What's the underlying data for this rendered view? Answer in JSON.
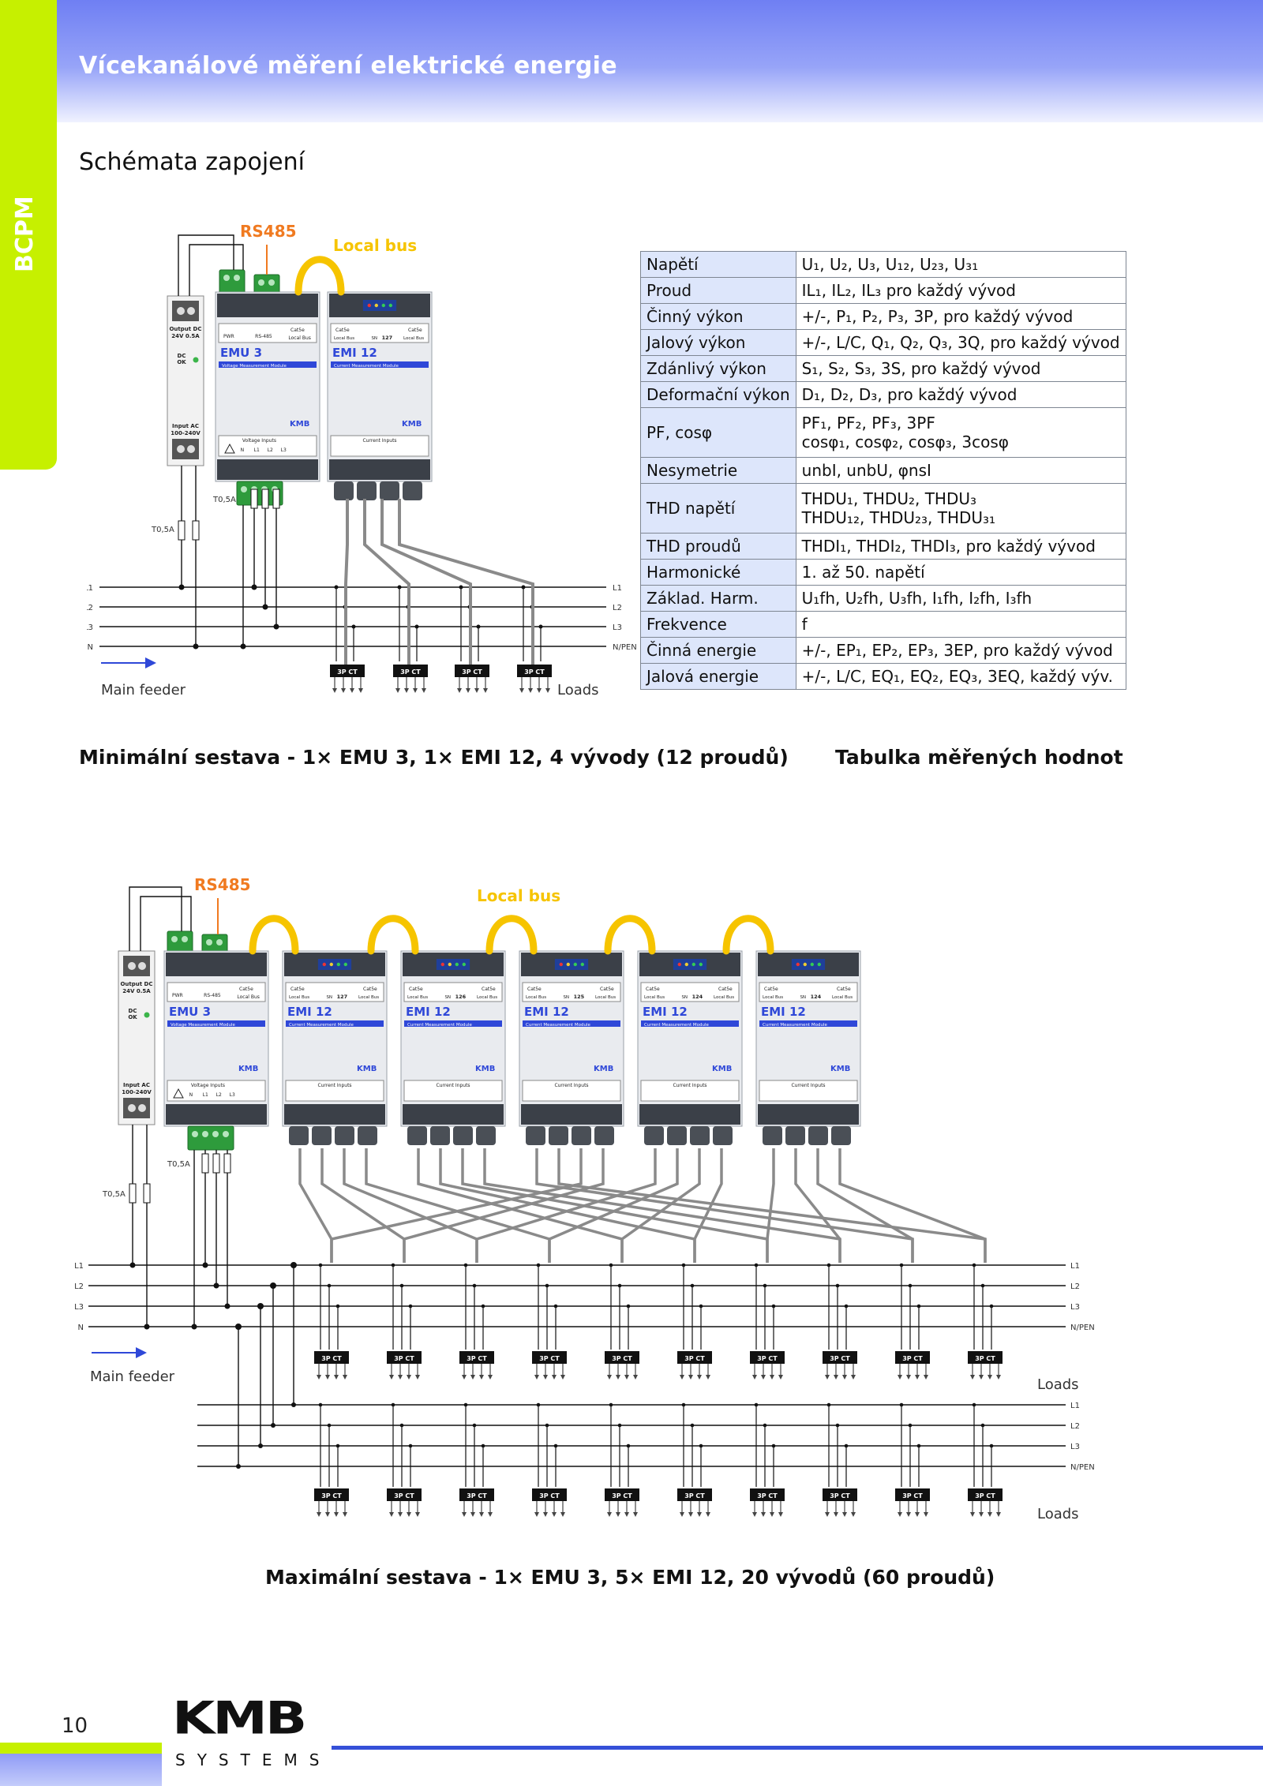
{
  "header": {
    "title": "Vícekanálové měření elektrické energie",
    "side_label": "BCPM"
  },
  "section_title": "Schémata zapojení",
  "diagram_labels": {
    "rs485": "RS485",
    "local_bus": "Local bus",
    "main_feeder": "Main feeder",
    "loads": "Loads",
    "ct": "3P CT",
    "fuse": "T0,5A",
    "phases": [
      "L1",
      "L2",
      "L3",
      "N"
    ],
    "phase_right_last": "N/PEN",
    "psu_output": [
      "Output DC",
      "24V 0.5A"
    ],
    "psu_dc_ok": [
      "DC",
      "OK"
    ],
    "psu_input": [
      "Input AC",
      "100-240V"
    ],
    "emu_name": "EMU 3",
    "emu_subtitle": "Voltage Measurement Module",
    "emu_inputs": "Voltage Inputs",
    "emu_terminals": [
      "N",
      "L1",
      "L2",
      "L3"
    ],
    "emu_top_labels": [
      "PWR",
      "RS-485",
      "Local Bus"
    ],
    "emi_name": "EMI 12",
    "emi_subtitle": "Current Measurement Module",
    "emi_inputs": "Current Inputs",
    "emi_top_labels": [
      "Local Bus",
      "SN",
      "Local Bus"
    ],
    "cat5e": "Cat5e",
    "kmb": "KMB"
  },
  "min_diagram": {
    "emi_serials": [
      "127"
    ],
    "ct_count": 4
  },
  "max_diagram": {
    "emi_serials": [
      "127",
      "126",
      "125",
      "124",
      "124"
    ],
    "ct_count_per_row": 10
  },
  "caption_min": "Minimální sestava - 1× EMU 3, 1× EMI 12, 4 vývody (12 proudů)",
  "caption_table": "Tabulka měřených hodnot",
  "caption_max": "Maximální sestava - 1× EMU 3, 5× EMI 12, 20 vývodů (60 proudů)",
  "table_rows": [
    {
      "key": "Napětí",
      "value": [
        "U₁, U₂, U₃, U₁₂, U₂₃, U₃₁"
      ]
    },
    {
      "key": "Proud",
      "value": [
        "IL₁, IL₂, IL₃ pro každý vývod"
      ]
    },
    {
      "key": "Činný výkon",
      "value": [
        "+/-, P₁, P₂, P₃, 3P, pro každý vývod"
      ]
    },
    {
      "key": "Jalový výkon",
      "value": [
        "+/-, L/C, Q₁, Q₂, Q₃, 3Q, pro každý vývod"
      ]
    },
    {
      "key": "Zdánlivý výkon",
      "value": [
        "S₁, S₂, S₃, 3S, pro každý vývod"
      ]
    },
    {
      "key": "Deformační výkon",
      "value": [
        "D₁, D₂, D₃, pro každý vývod"
      ]
    },
    {
      "key": "PF, cosφ",
      "value": [
        "PF₁, PF₂, PF₃, 3PF",
        "cosφ₁, cosφ₂, cosφ₃, 3cosφ"
      ]
    },
    {
      "key": "Nesymetrie",
      "value": [
        "unbI, unbU, φnsI"
      ]
    },
    {
      "key": "THD napětí",
      "value": [
        "THDU₁, THDU₂, THDU₃",
        "THDU₁₂, THDU₂₃, THDU₃₁"
      ]
    },
    {
      "key": "THD proudů",
      "value": [
        "THDI₁, THDI₂, THDI₃, pro každý vývod"
      ]
    },
    {
      "key": "Harmonické",
      "value": [
        "1. až 50. napětí"
      ]
    },
    {
      "key": "Základ. Harm.",
      "value": [
        "U₁fh, U₂fh, U₃fh, I₁fh, I₂fh, I₃fh"
      ]
    },
    {
      "key": "Frekvence",
      "value": [
        "f"
      ]
    },
    {
      "key": "Činná energie",
      "value": [
        "+/-, EP₁, EP₂, EP₃, 3EP, pro každý vývod"
      ]
    },
    {
      "key": "Jalová energie",
      "value": [
        "+/-, L/C, EQ₁, EQ₂, EQ₃, 3EQ, každý výv."
      ]
    }
  ],
  "footer": {
    "page_number": "10",
    "logo_text": "KMB",
    "logo_sub": "SYSTEMS"
  },
  "colors": {
    "lime": "#c6f000",
    "header_blue": "#7f8ef5",
    "accent_orange": "#f07a20",
    "bus_yellow": "#f6c400",
    "module_blue": "#2f48d8",
    "table_key_bg": "#dde6fb"
  }
}
